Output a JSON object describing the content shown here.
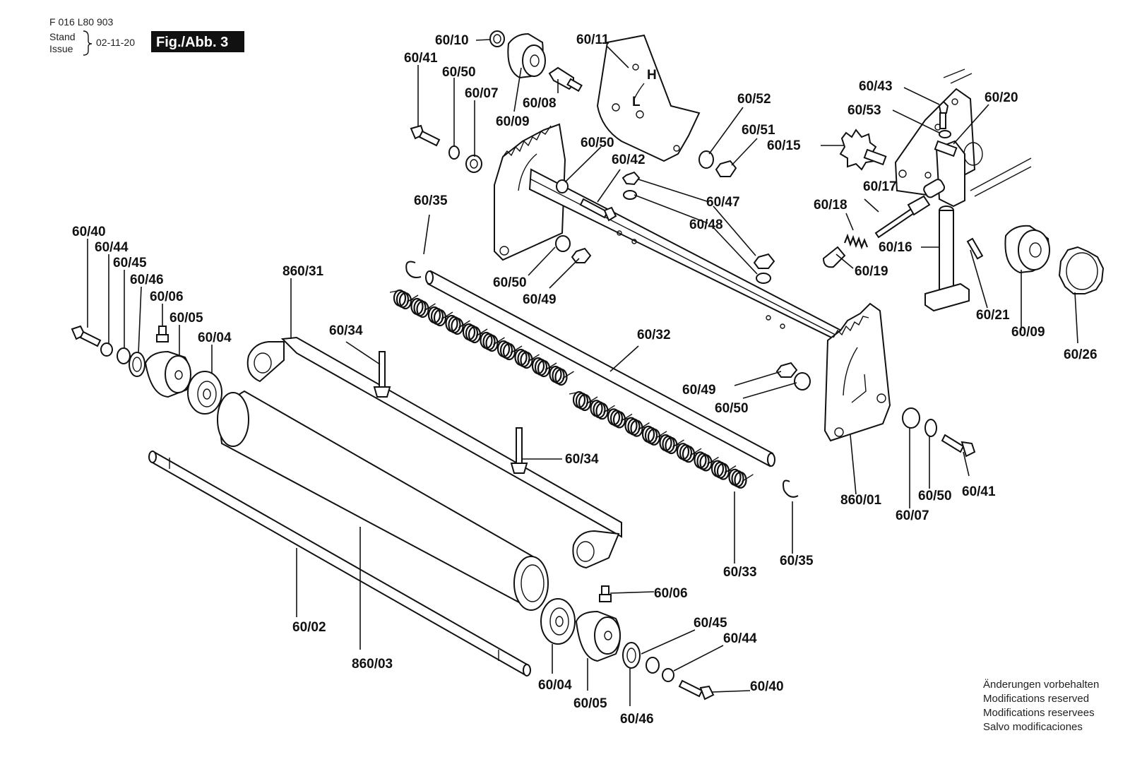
{
  "header": {
    "doc_number": "F 016 L80 903",
    "stand_label": "Stand",
    "issue_label": "Issue",
    "date": "02-11-20",
    "figure_label": "Fig./Abb. 3"
  },
  "direction_marks": {
    "high": "H",
    "low": "L"
  },
  "labels": {
    "p60_10": "60/10",
    "p60_41a": "60/41",
    "p60_50a": "60/50",
    "p60_07a": "60/07",
    "p60_09a": "60/09",
    "p60_08": "60/08",
    "p60_11": "60/11",
    "p60_50b": "60/50",
    "p60_42": "60/42",
    "p60_52": "60/52",
    "p60_51": "60/51",
    "p60_47": "60/47",
    "p60_48": "60/48",
    "p60_43": "60/43",
    "p60_53": "60/53",
    "p60_20": "60/20",
    "p60_15": "60/15",
    "p60_17": "60/17",
    "p60_18": "60/18",
    "p60_16": "60/16",
    "p60_19": "60/19",
    "p60_21": "60/21",
    "p60_09b": "60/09",
    "p60_26": "60/26",
    "p60_35a": "60/35",
    "p60_50c": "60/50",
    "p60_49a": "60/49",
    "p60_40a": "60/40",
    "p60_44a": "60/44",
    "p60_45a": "60/45",
    "p60_46a": "60/46",
    "p60_06a": "60/06",
    "p60_05a": "60/05",
    "p60_04a": "60/04",
    "p860_31": "860/31",
    "p60_34a": "60/34",
    "p60_32": "60/32",
    "p60_49b": "60/49",
    "p60_50d": "60/50",
    "p60_34b": "60/34",
    "p860_01": "860/01",
    "p60_07b": "60/07",
    "p60_50e": "60/50",
    "p60_41b": "60/41",
    "p60_35b": "60/35",
    "p60_33": "60/33",
    "p60_02": "60/02",
    "p860_03": "860/03",
    "p60_06b": "60/06",
    "p60_04b": "60/04",
    "p60_05b": "60/05",
    "p60_46b": "60/46",
    "p60_45b": "60/45",
    "p60_44b": "60/44",
    "p60_40b": "60/40"
  },
  "notes": [
    "Änderungen vorbehalten",
    "Modifications reserved",
    "Modifications reservees",
    "Salvo modificaciones"
  ]
}
